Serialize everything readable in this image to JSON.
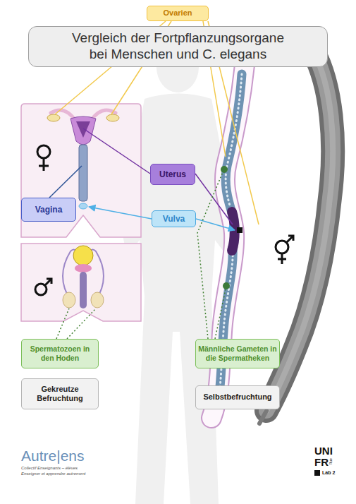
{
  "diagram": {
    "title": "Vergleich der Fortpflanzungsorgane bei Menschen und C. elegans",
    "nodes": [
      {
        "text": [
          "Ovarien"
        ]
      },
      {
        "text": [
          "Uterus"
        ]
      },
      {
        "text": [
          "Vagina"
        ]
      },
      {
        "text": [
          "Vulva"
        ]
      },
      {
        "text": [
          "Spermatozoen in den Hoden"
        ]
      },
      {
        "text": [
          "Männliche Gameten in die Spermatheken"
        ]
      },
      {
        "text": [
          "Gekreutze Befruchtung"
        ]
      },
      {
        "text": [
          "Selbstbefruchtung"
        ]
      }
    ],
    "labels": [
      "Autre|ens",
      "Collectif Enseignants – élèves",
      "Enseigner et apprendre autrement",
      "UNI",
      "FR",
      "Rue",
      "Lab 2"
    ]
  }
}
